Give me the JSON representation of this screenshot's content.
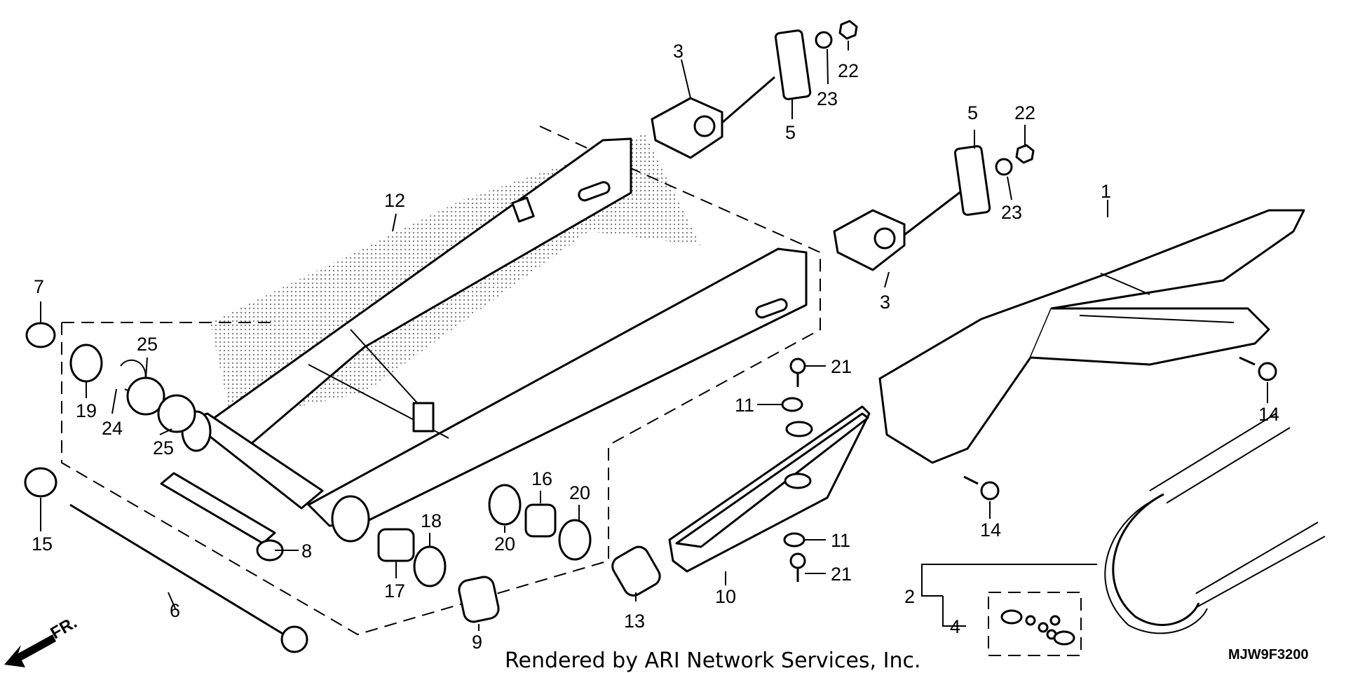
{
  "callouts": [
    {
      "id": "c1",
      "text": "1"
    },
    {
      "id": "c2",
      "text": "2"
    },
    {
      "id": "c3a",
      "text": "3"
    },
    {
      "id": "c3b",
      "text": "3"
    },
    {
      "id": "c4",
      "text": "4"
    },
    {
      "id": "c5a",
      "text": "5"
    },
    {
      "id": "c5b",
      "text": "5"
    },
    {
      "id": "c6",
      "text": "6"
    },
    {
      "id": "c7",
      "text": "7"
    },
    {
      "id": "c8",
      "text": "8"
    },
    {
      "id": "c9",
      "text": "9"
    },
    {
      "id": "c10",
      "text": "10"
    },
    {
      "id": "c11a",
      "text": "11"
    },
    {
      "id": "c11b",
      "text": "11"
    },
    {
      "id": "c12",
      "text": "12"
    },
    {
      "id": "c13",
      "text": "13"
    },
    {
      "id": "c14a",
      "text": "14"
    },
    {
      "id": "c14b",
      "text": "14"
    },
    {
      "id": "c15",
      "text": "15"
    },
    {
      "id": "c16",
      "text": "16"
    },
    {
      "id": "c17",
      "text": "17"
    },
    {
      "id": "c18",
      "text": "18"
    },
    {
      "id": "c19",
      "text": "19"
    },
    {
      "id": "c20a",
      "text": "20"
    },
    {
      "id": "c20b",
      "text": "20"
    },
    {
      "id": "c21a",
      "text": "21"
    },
    {
      "id": "c21b",
      "text": "21"
    },
    {
      "id": "c22a",
      "text": "22"
    },
    {
      "id": "c22b",
      "text": "22"
    },
    {
      "id": "c23a",
      "text": "23"
    },
    {
      "id": "c23b",
      "text": "23"
    },
    {
      "id": "c24",
      "text": "24"
    },
    {
      "id": "c25a",
      "text": "25"
    },
    {
      "id": "c25b",
      "text": "25"
    }
  ],
  "direction_label": "FR.",
  "footer": "Rendered by ARI Network Services, Inc.",
  "diagram_code": "MJW9F3200"
}
